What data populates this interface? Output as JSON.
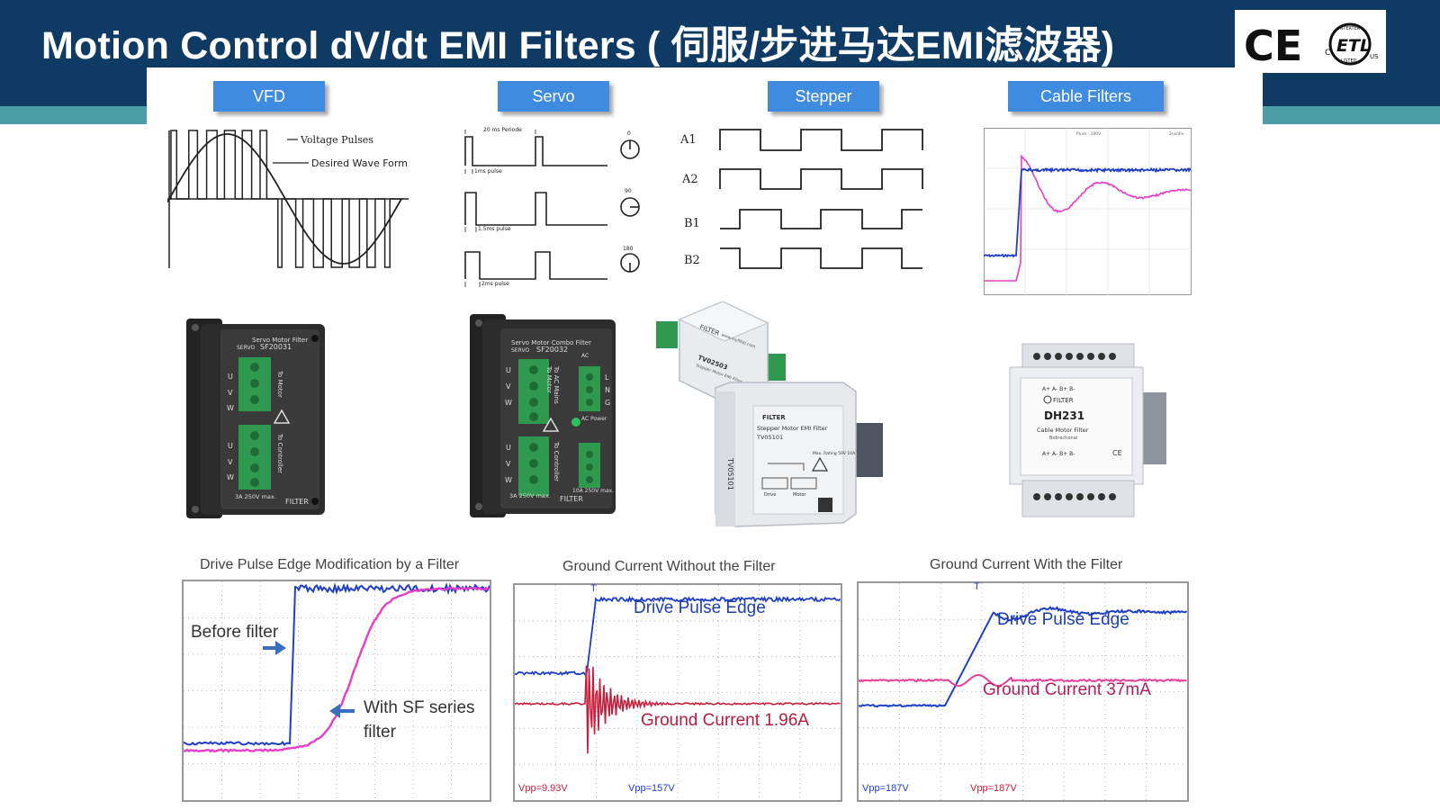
{
  "header": {
    "title": "Motion Control dV/dt EMI Filters ( 伺服/步进马达EMI滤波器)",
    "logo_ce": "CE",
    "logo_etl": "ETL",
    "logo_intertek": "INTERTEK",
    "logo_listed": "LISTED",
    "logo_c": "C",
    "logo_us": "US"
  },
  "categories": [
    {
      "label": "VFD"
    },
    {
      "label": "Servo"
    },
    {
      "label": "Stepper"
    },
    {
      "label": "Cable Filters"
    }
  ],
  "vfd_diagram": {
    "voltage_pulses": "Voltage Pulses",
    "desired_wave": "Desired Wave Form"
  },
  "servo_diagram": {
    "period": "20 ms Periode",
    "pulse1": "1ms pulse",
    "pulse2": "1.5ms pulse",
    "pulse3": "2ms pulse",
    "angle1": "0",
    "angle2": "90",
    "angle3": "180"
  },
  "stepper_diagram": {
    "phases": [
      "A1",
      "A2",
      "B1",
      "B2"
    ]
  },
  "cable_scope": {
    "top_text": "Plum : 100V",
    "top_right": "2us/div"
  },
  "products": {
    "sf20031": {
      "title": "Servo Motor Filter",
      "line2": "SERVO",
      "model": "SF20031",
      "pins": [
        "U",
        "V",
        "W",
        "U",
        "V",
        "W"
      ],
      "to_motor": "To Motor",
      "to_controller": "To Controller",
      "rating": "3A 250V max.",
      "brand": "FILTER"
    },
    "sf20032": {
      "title": "Servo Motor Combo Filter",
      "line2": "SERVO",
      "model": "SF20032",
      "pins": [
        "U",
        "V",
        "W",
        "U",
        "V",
        "W"
      ],
      "ac": "AC",
      "ac_pins": [
        "L",
        "N",
        "G"
      ],
      "to_ac_mains": "To AC Mains",
      "to_motor": "To Motor",
      "ac_power": "AC Power",
      "to_controller": "To Controller",
      "rating": "3A 250V max.",
      "rating2": "10A 250V max.",
      "brand": "FILTER"
    },
    "tv02503": {
      "brand": "FILTER",
      "url": "www.myfilter.com",
      "model": "TV02503",
      "desc": "Stepper Motor EMI Filter"
    },
    "tv05101": {
      "brand": "FILTER",
      "desc": "Stepper Motor EMI Filter",
      "model": "TV05101",
      "rating": "Max. Rating 50V 10A",
      "drive": "Drive",
      "motor": "Motor",
      "side": "TV05101"
    },
    "dh231": {
      "pins_top": "A+ A- B+ B-",
      "brand": "FILTER",
      "model": "DH231",
      "desc": "Cable Motor Filter",
      "desc2": "Bidirectional",
      "pins_bottom": "A+ A- B+ B-",
      "ce": "CE"
    }
  },
  "plots": [
    {
      "title": "Drive Pulse Edge Modification by a Filter",
      "label1": "Before filter",
      "label2": "With SF series",
      "label3": "filter"
    },
    {
      "title": "Ground Current Without the Filter",
      "trace_top": "Drive Pulse Edge",
      "trace_bottom": "Ground Current 1.96A",
      "readout1": "Vpp=9.93V",
      "readout2": "Vpp=157V",
      "trigger": "T"
    },
    {
      "title": "Ground Current With the Filter",
      "trace_top": "Drive Pulse Edge",
      "trace_bottom": "Ground Current  37mA",
      "readout1": "Vpp=187V",
      "readout2": "Vpp=187V",
      "trigger": "T"
    }
  ],
  "colors": {
    "header_bg": "#0e3a63",
    "stripe": "#4b9ea6",
    "label_bg": "#3f8be0",
    "trace_blue": "#1f3fc8",
    "trace_magenta": "#e53fc8",
    "trace_red": "#c8203c",
    "pcb_green": "#2f9a4f"
  }
}
